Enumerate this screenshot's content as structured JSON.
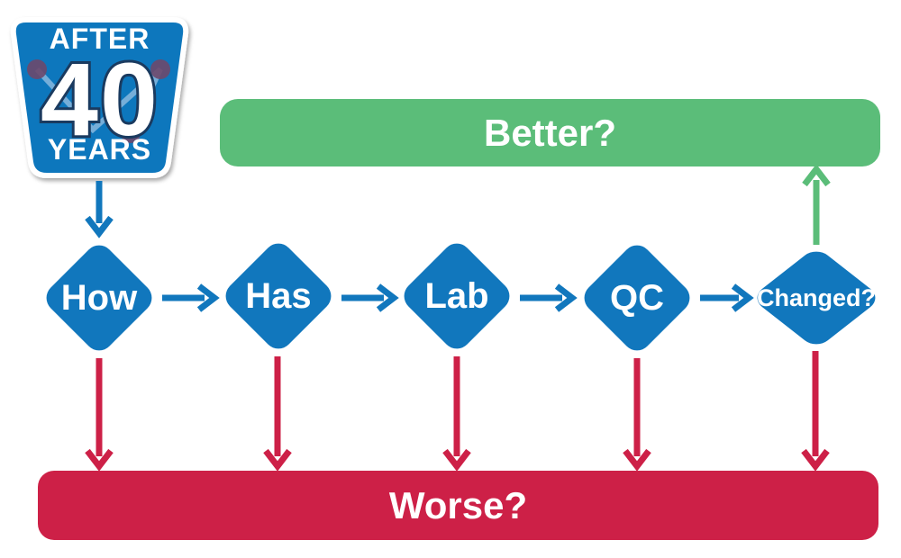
{
  "badge": {
    "top_word": "AFTER",
    "big_number": "40",
    "bottom_word": "YEARS"
  },
  "flow": {
    "diamonds": [
      {
        "label": "How"
      },
      {
        "label": "Has"
      },
      {
        "label": "Lab"
      },
      {
        "label": "QC"
      },
      {
        "label": "Changed?"
      }
    ],
    "outcomes": {
      "better": {
        "label": "Better?"
      },
      "worse": {
        "label": "Worse?"
      }
    }
  },
  "colors": {
    "blue": "#1177bd",
    "green": "#5bbd79",
    "red": "#cd2047",
    "badge_line": "#7cb1da",
    "badge_dot": "#6d486b",
    "number_outline": "#1a3a5f",
    "background": "#ffffff"
  }
}
